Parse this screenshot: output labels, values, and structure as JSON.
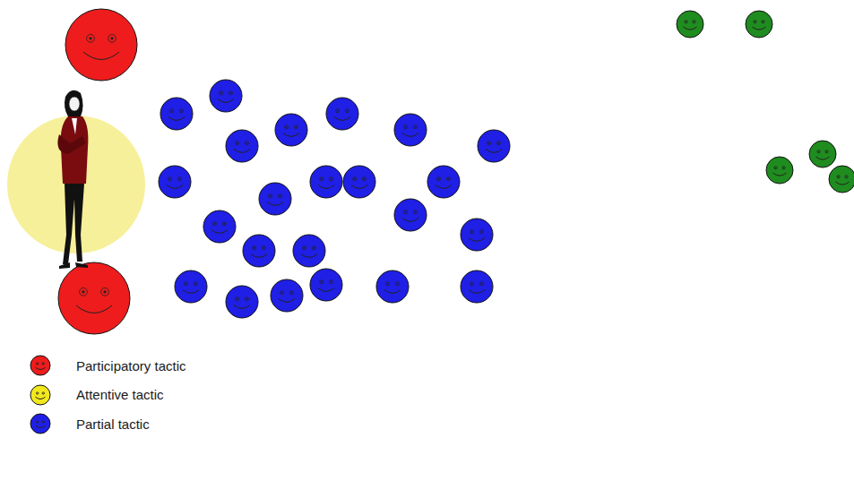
{
  "diagram": {
    "legend": [
      {
        "text": "Participatory tactic",
        "color": "#ee1c1c"
      },
      {
        "text": "Attentive tactic",
        "color": "#f2e81e"
      },
      {
        "text": "Partial tactic",
        "color": "#1f1fe6"
      }
    ]
  }
}
